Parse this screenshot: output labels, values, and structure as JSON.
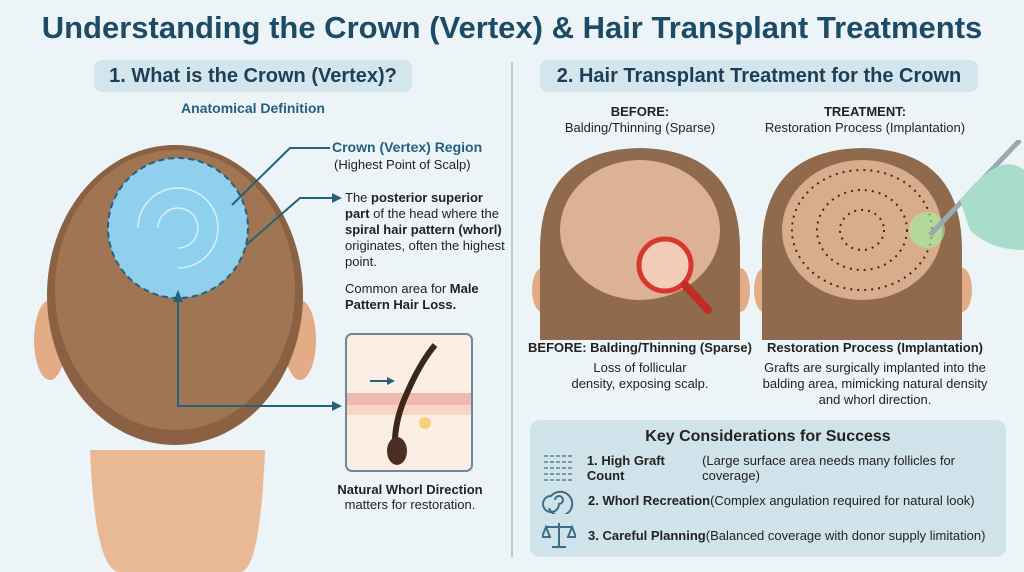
{
  "title": "Understanding the Crown (Vertex) & Hair Transplant Treatments",
  "left": {
    "heading": "1. What is the Crown (Vertex)?",
    "subheading": "Anatomical Definition",
    "crown_label": "Crown (Vertex) Region",
    "crown_sublabel": "(Highest Point of Scalp)",
    "desc_1": "The ",
    "desc_b1": "posterior superior part",
    "desc_2": " of the head where the ",
    "desc_b2": "spiral hair pattern (whorl)",
    "desc_3": " originates, often the highest point.",
    "common_1": "Common area for ",
    "common_b": "Male Pattern Hair Loss.",
    "whorl_title": "Natural Whorl Direction",
    "whorl_text": "matters for restoration."
  },
  "right": {
    "heading": "2. Hair Transplant Treatment for the Crown",
    "before_title": "BEFORE:",
    "before_sub": "Balding/Thinning (Sparse)",
    "treat_title": "TREATMENT:",
    "treat_sub": "Restoration Process (Implantation)",
    "before_caption": "BEFORE: Balding/Thinning (Sparse)",
    "before_text": "Loss of follicular density, exposing scalp.",
    "treat_caption": "Restoration Process (Implantation)",
    "treat_text": "Grafts are surgically implanted into the balding area, mimicking natural density and whorl direction."
  },
  "key": {
    "title": "Key Considerations for Success",
    "items": [
      {
        "icon": "grid-icon",
        "bold": "1. High Graft Count",
        "text": " (Large surface area needs many follicles for coverage)"
      },
      {
        "icon": "spiral-icon",
        "bold": "2. Whorl Recreation",
        "text": " (Complex angulation required for natural look)"
      },
      {
        "icon": "scales-icon",
        "bold": "3. Careful Planning",
        "text": " (Balanced coverage with donor supply limitation)"
      }
    ]
  },
  "colors": {
    "heading": "#1d4b66",
    "accent": "#24607f",
    "crown": "#8fd0ee",
    "hair": "#6b4a30",
    "skin": "#e8b48f"
  }
}
